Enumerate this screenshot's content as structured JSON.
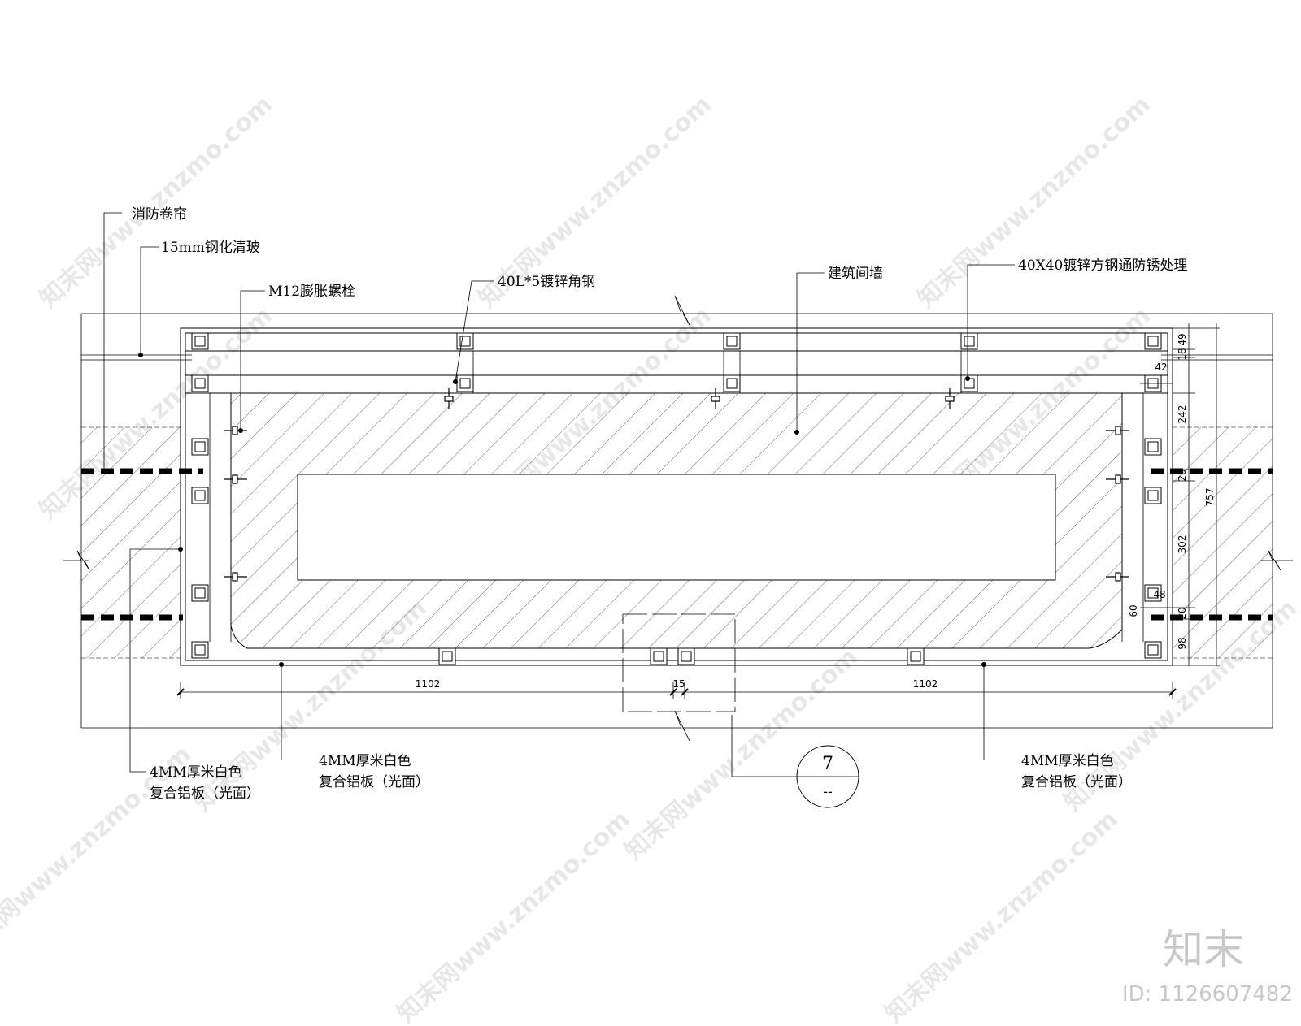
{
  "labels": {
    "fire_shutter": "消防卷帘",
    "tempered_glass": "15mm钢化清玻",
    "expansion_bolt": "M12膨胀螺栓",
    "angle_steel": "40L*5镀锌角钢",
    "building_wall": "建筑间墙",
    "square_steel": "40X40镀锌方钢通防锈处理",
    "panel_left_line1": "4MM厚米白色",
    "panel_left_line2": "复合铝板（光面）",
    "panel_mid_line1": "4MM厚米白色",
    "panel_mid_line2": "复合铝板（光面）",
    "panel_right_line1": "4MM厚米白色",
    "panel_right_line2": "复合铝板（光面）"
  },
  "dimensions": {
    "bottom_left": "1102",
    "bottom_mid": "15",
    "bottom_right": "1102",
    "right_49": "49",
    "right_18": "18",
    "right_42": "42",
    "right_242": "242",
    "right_757": "757",
    "right_20": "20",
    "right_302": "302",
    "right_48": "48",
    "right_60": "60",
    "right_20b": "20",
    "right_98": "98"
  },
  "detail_callout": {
    "number": "7",
    "sheet": "--"
  },
  "watermark": {
    "logo": "知末",
    "id": "ID: 1126607482",
    "tile_text": "知末网www.znzmo.com"
  }
}
